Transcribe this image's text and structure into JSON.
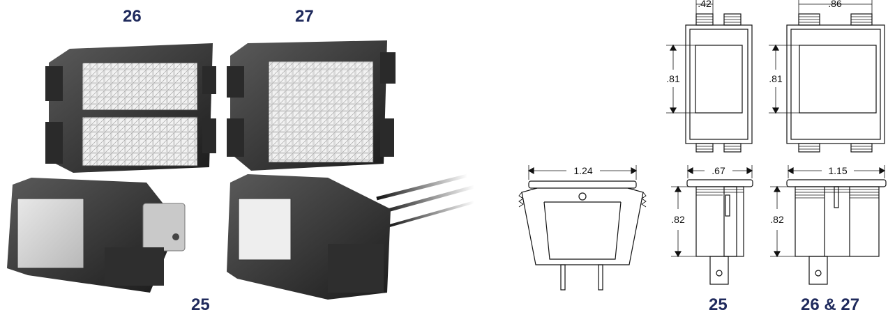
{
  "labels": {
    "photo_top_left": "26",
    "photo_top_right": "27",
    "photo_bottom": "25",
    "drawing_bottom_left": "25",
    "drawing_bottom_right": "26 & 27"
  },
  "dimensions": {
    "width_25_top": ".42",
    "width_2627_top": ".86",
    "height_25_front": ".81",
    "height_2627_front": ".81",
    "width_side": "1.24",
    "width_25_bottom": ".67",
    "width_2627_bottom": "1.15",
    "height_25_bottom": ".82",
    "height_2627_bottom": ".82"
  },
  "colors": {
    "label_navy": "#1f2a5c",
    "photo_body": "#3a3a3a",
    "photo_lens": "#cfcfcf"
  }
}
